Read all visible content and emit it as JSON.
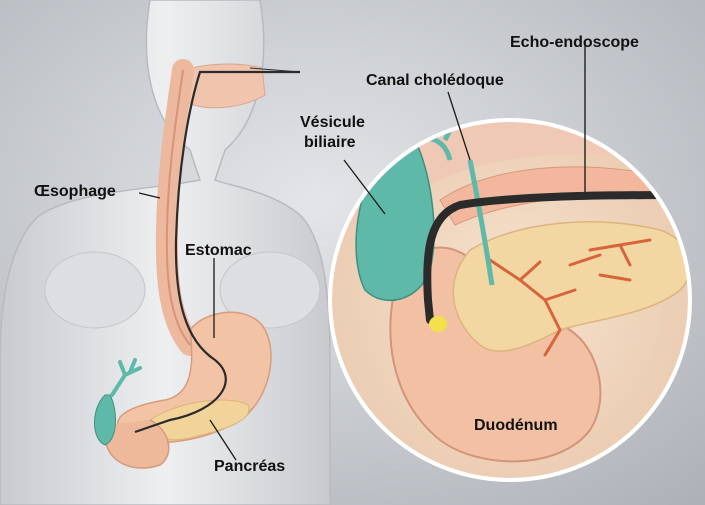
{
  "labels": {
    "oesophage": "Œsophage",
    "estomac": "Estomac",
    "pancreas": "Pancréas",
    "vesicule_line1": "Vésicule",
    "vesicule_line2": "biliaire",
    "canal": "Canal cholédoque",
    "echo": "Echo-endoscope",
    "duodenum": "Duodénum"
  },
  "colors": {
    "background": "#c9ccd1",
    "skin": "#e6e7ea",
    "organ": "#f3c6a8",
    "gallbladder": "#5fb9a8",
    "vessel": "#d8643c",
    "pancreas": "#f2d49a",
    "scope": "#2b2b2b"
  }
}
